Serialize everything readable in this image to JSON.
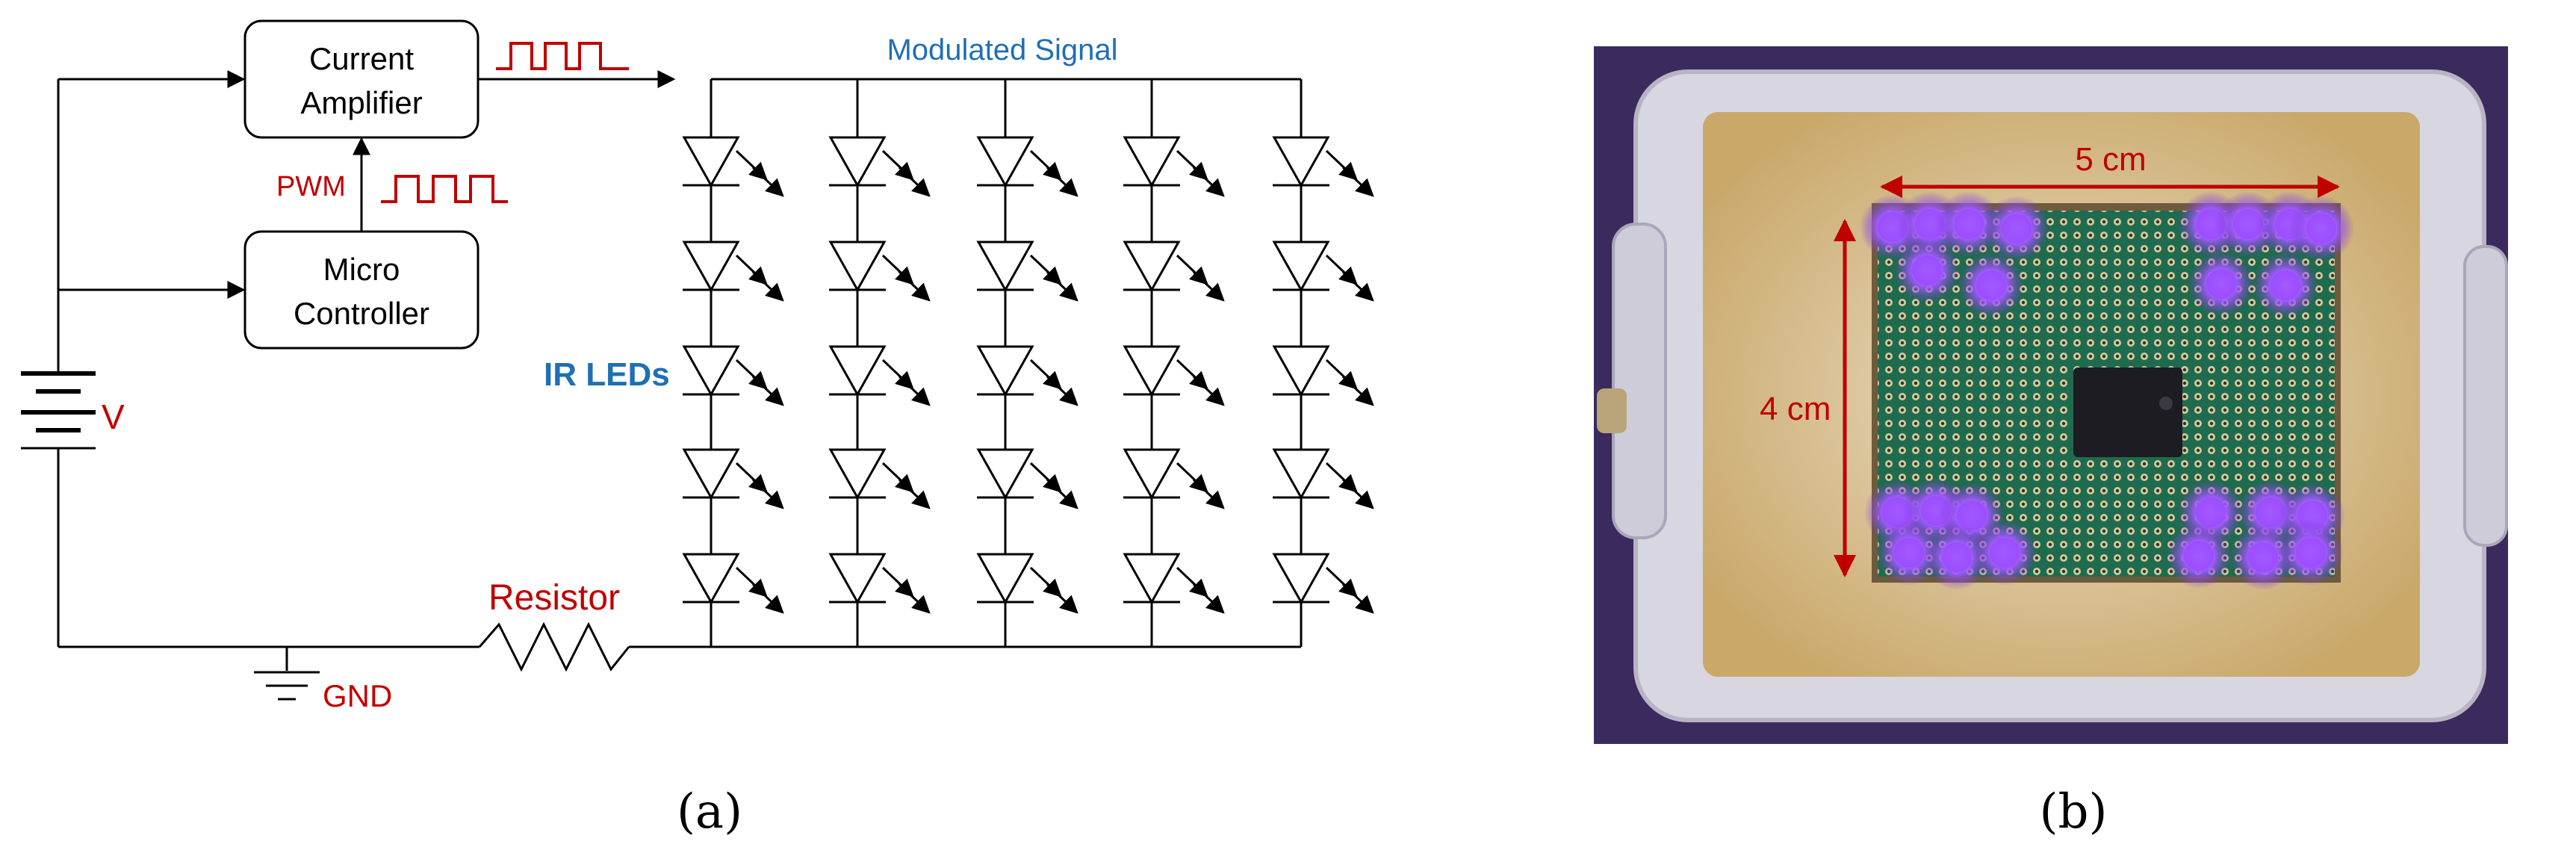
{
  "panel_a": {
    "blocks": {
      "amplifier_line1": "Current",
      "amplifier_line2": "Amplifier",
      "controller_line1": "Micro",
      "controller_line2": "Controller"
    },
    "labels": {
      "modulated_signal": "Modulated Signal",
      "pwm": "PWM",
      "ir_leds": "IR LEDs",
      "voltage": "V",
      "resistor": "Resistor",
      "ground": "GND"
    },
    "caption": "(a)"
  },
  "panel_b": {
    "width_label": "5 cm",
    "height_label": "4 cm",
    "caption": "(b)"
  },
  "colors": {
    "wire": "#000000",
    "label_red": "#c00000",
    "label_blue": "#1f6fb5",
    "photo_background": "#3b2a5e",
    "cardboard": "#c9a86a",
    "pcb": "#1f6b4f",
    "led_glow": "#9b4dff"
  }
}
